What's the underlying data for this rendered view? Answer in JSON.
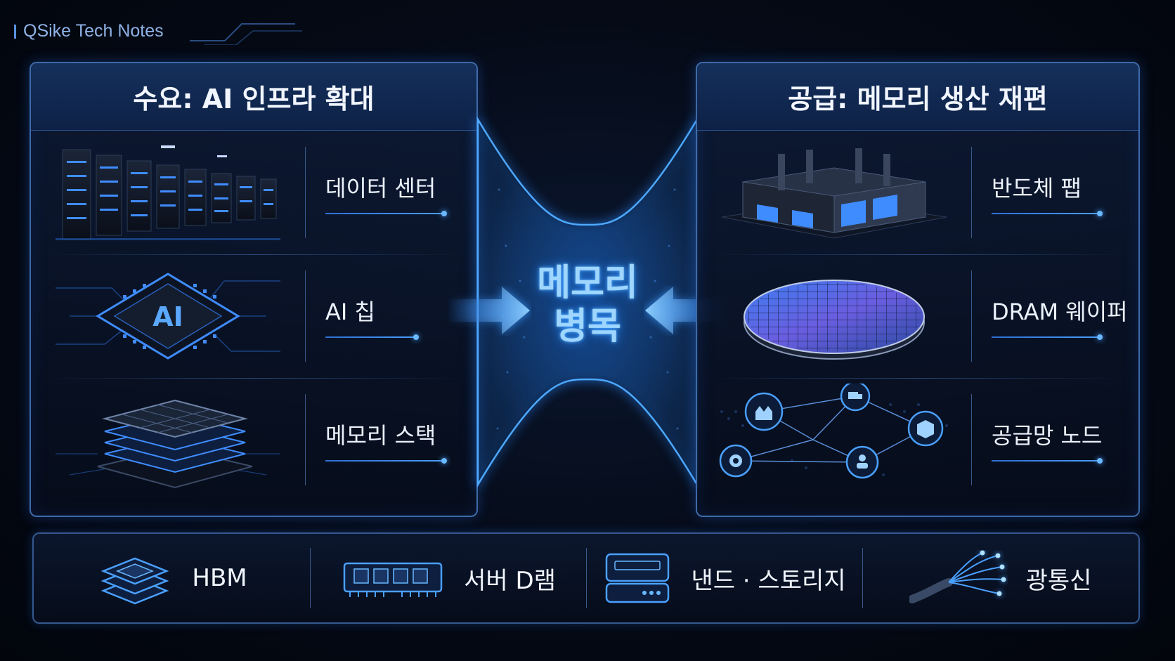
{
  "brand": {
    "title": "QSike Tech Notes"
  },
  "demand": {
    "title": "수요: AI 인프라 확대",
    "items": [
      {
        "label": "데이터 센터",
        "icon": "server-racks-icon"
      },
      {
        "label": "AI 칩",
        "icon": "ai-chip-icon",
        "chip_text": "AI"
      },
      {
        "label": "메모리 스택",
        "icon": "memory-stack-icon"
      }
    ]
  },
  "supply": {
    "title": "공급: 메모리 생산 재편",
    "items": [
      {
        "label": "반도체 팹",
        "icon": "fab-factory-icon"
      },
      {
        "label": "DRAM 웨이퍼",
        "icon": "wafer-icon"
      },
      {
        "label": "공급망 노드",
        "icon": "supply-network-icon"
      }
    ]
  },
  "center": {
    "line1": "메모리",
    "line2": "병목"
  },
  "bottom": [
    {
      "label": "HBM",
      "icon": "hbm-icon"
    },
    {
      "label": "서버 D램",
      "icon": "dram-module-icon"
    },
    {
      "label": "낸드 · 스토리지",
      "icon": "storage-drive-icon"
    },
    {
      "label": "광통신",
      "icon": "fiber-optic-icon"
    }
  ],
  "colors": {
    "accent": "#4aa0ff",
    "panel_border": "#3e6aa8",
    "glow": "#2a8cff",
    "background": "#050a16"
  }
}
